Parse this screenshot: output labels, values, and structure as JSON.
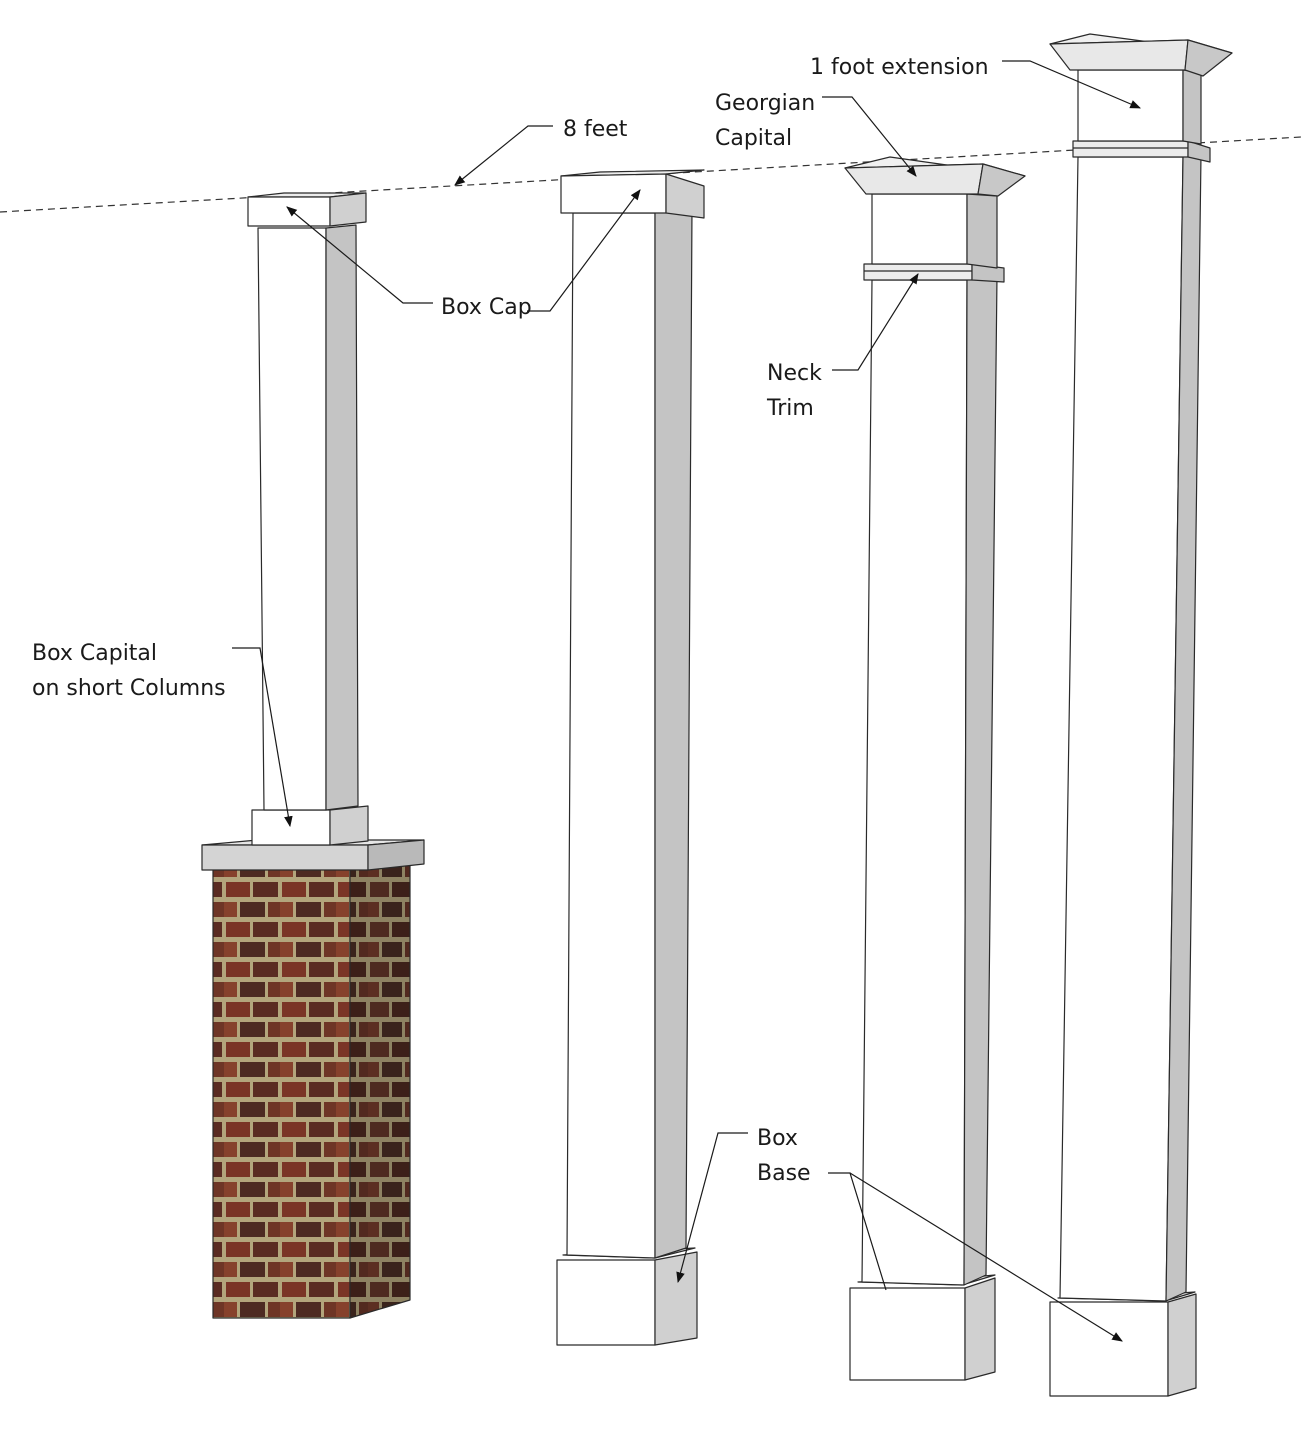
{
  "labels": {
    "height": "8 feet",
    "extension": "1 foot extension",
    "georgian_line1": "Georgian",
    "georgian_line2": "Capital",
    "box_cap": "Box Cap",
    "neck_line1": "Neck",
    "neck_line2": "Trim",
    "box_capital_line1": "Box Capital",
    "box_capital_line2": "on short Columns",
    "box_base_line1": "Box",
    "box_base_line2": "Base"
  },
  "colors": {
    "front_face": "#ffffff",
    "side_face": "#c4c4c4",
    "top_face": "#ececec",
    "stone_cap": "#d4d4d4",
    "brick": "#7a3a26",
    "mortar": "#b3a57c"
  }
}
